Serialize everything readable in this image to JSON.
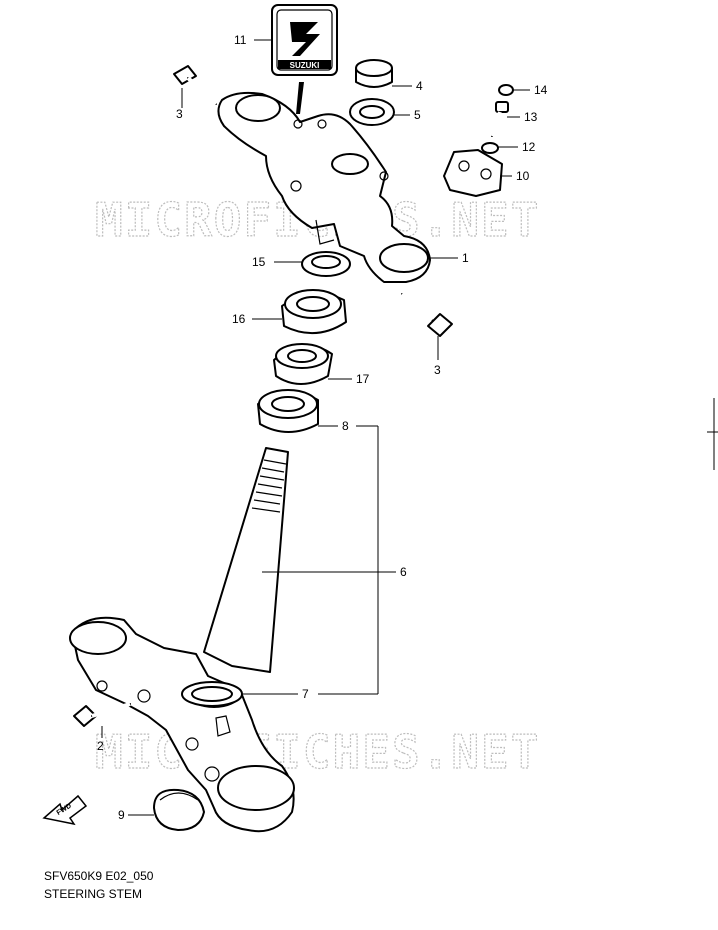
{
  "watermark": "MICROFICHES.NET",
  "emblem_text": "SUZUKI",
  "fwd_label": "FWD",
  "callouts": {
    "c1": "1",
    "c2": "2",
    "c3a": "3",
    "c3b": "3",
    "c4": "4",
    "c5": "5",
    "c6": "6",
    "c7": "7",
    "c8": "8",
    "c9": "9",
    "c10": "10",
    "c11": "11",
    "c12": "12",
    "c13": "13",
    "c14": "14",
    "c15": "15",
    "c16": "16",
    "c17": "17"
  },
  "footer": {
    "code": "SFV650K9 E02_050",
    "name": "STEERING STEM"
  }
}
